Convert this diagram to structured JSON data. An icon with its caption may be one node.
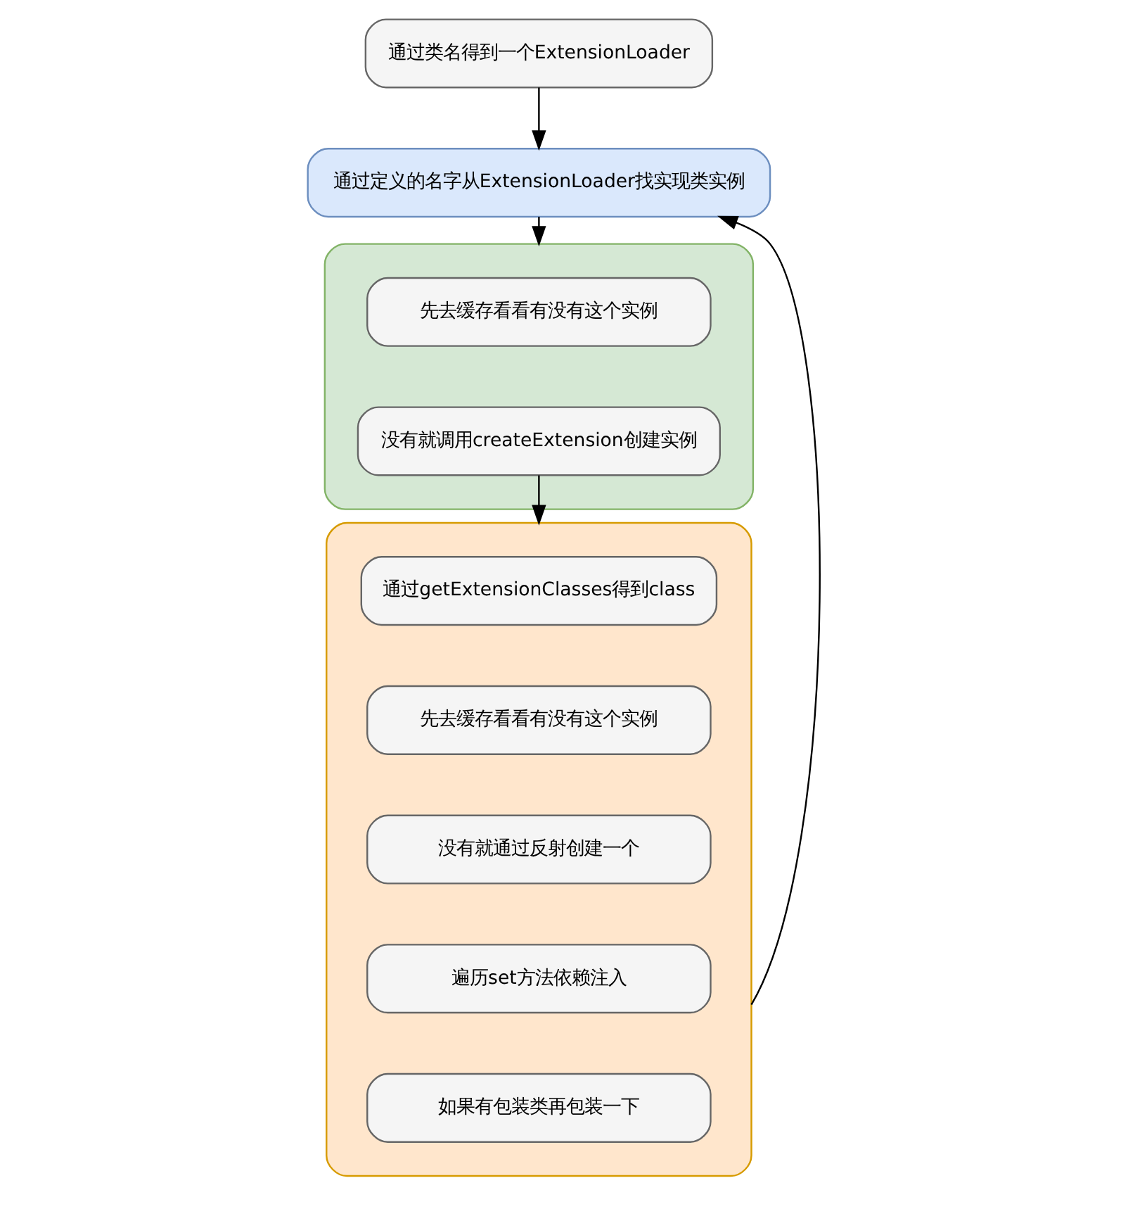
{
  "diagram": {
    "nodes": [
      {
        "text": [
          "通过类名得到一个ExtensionLoader"
        ]
      },
      {
        "text": [
          "通过定义的名字从ExtensionLoader找实现类实例"
        ]
      },
      {
        "text": [],
        "shape": "box"
      },
      {
        "text": [
          "先去缓存看看有没有这个实例"
        ],
        "in": 2
      },
      {
        "text": [
          "没有就调用createExtension创建实例"
        ],
        "in": 2
      },
      {
        "text": [],
        "shape": "box"
      },
      {
        "text": [
          "通过getExtensionClasses得到class"
        ],
        "in": 5
      },
      {
        "text": [
          "先去缓存看看有没有这个实例"
        ],
        "in": 5
      },
      {
        "text": [
          "没有就通过反射创建一个"
        ],
        "in": 5
      },
      {
        "text": [
          "遍历set方法依赖注入"
        ],
        "in": 5
      },
      {
        "text": [
          "如果有包装类再包装一下"
        ],
        "in": 5
      }
    ],
    "edges": [
      {
        "from": 0,
        "to": 1,
        "arrow": "to"
      },
      {
        "from": 1,
        "to": 2,
        "arrow": "to"
      },
      {
        "from": 4,
        "to": 5,
        "arrow": "to"
      },
      {
        "from": 5,
        "to": 1,
        "arrow": "to"
      }
    ]
  }
}
